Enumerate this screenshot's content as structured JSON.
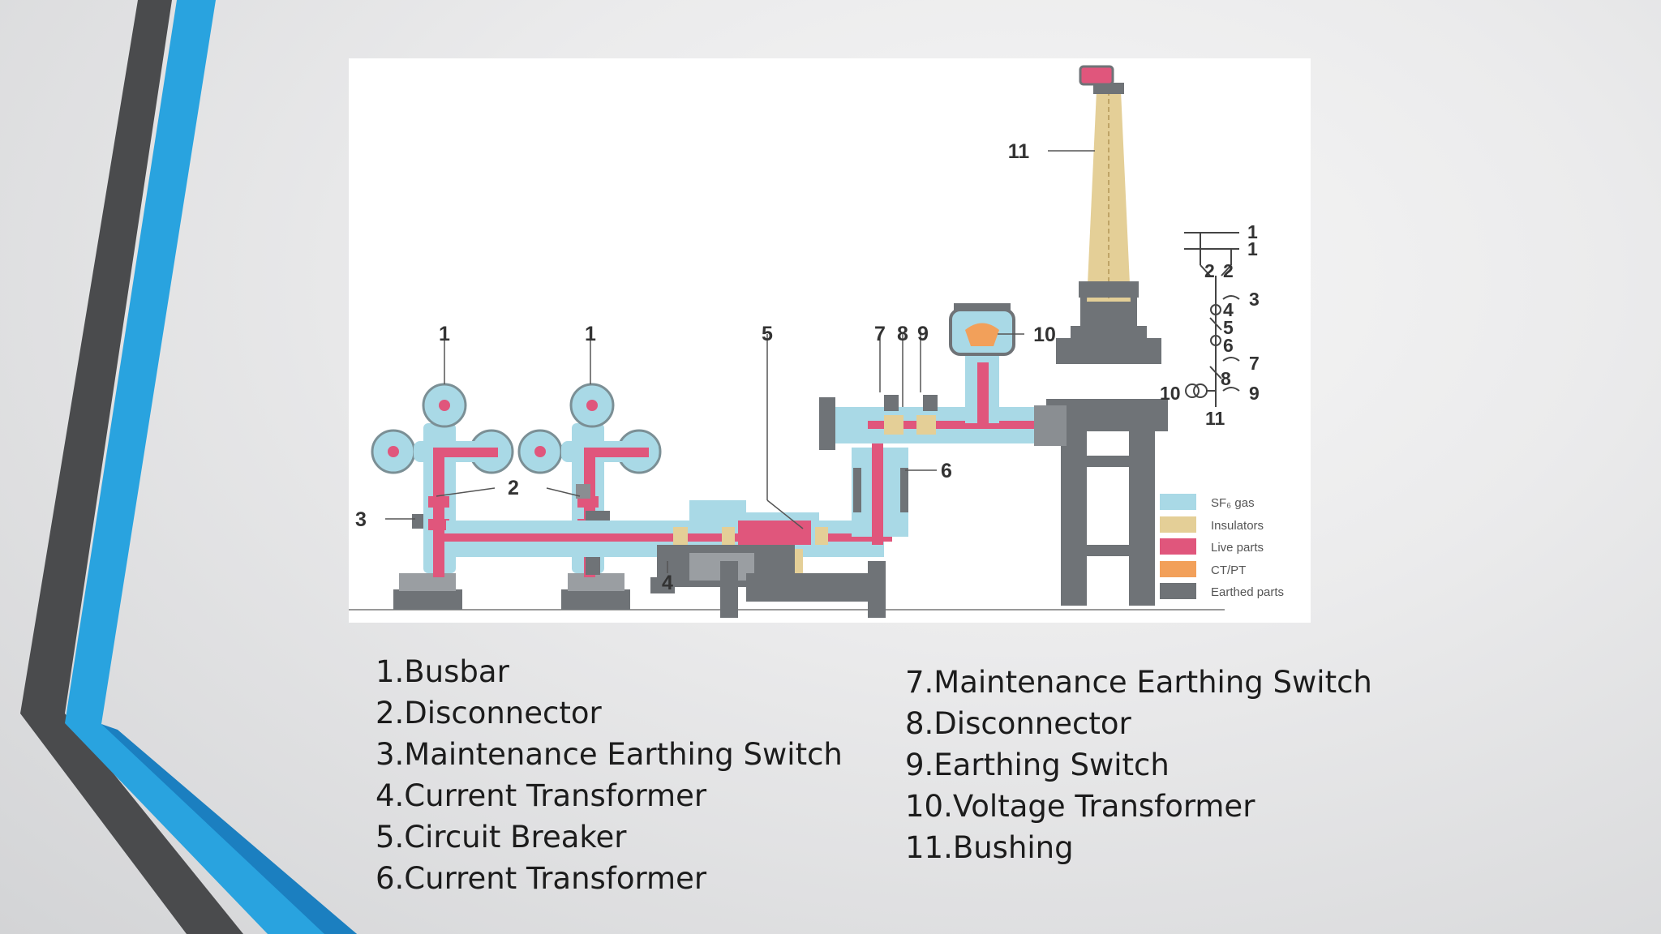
{
  "colors": {
    "sf6_gas": "#a9d9e6",
    "insulators": "#e4cf97",
    "live_parts": "#e0567c",
    "ct_pt": "#f2a05a",
    "earthed_parts": "#6f7377",
    "accent_blue": "#29a3df",
    "accent_dark": "#4a4b4d"
  },
  "diagram": {
    "callouts": {
      "busbar_a": "1",
      "busbar_b": "1",
      "disconnector": "2",
      "earthing_switch_left": "3",
      "current_transformer_low": "4",
      "circuit_breaker": "5",
      "current_transformer_right": "6",
      "maintenance_earthing_switch": "7",
      "disconnector_right": "8",
      "earthing_switch_right": "9",
      "voltage_transformer": "10",
      "bushing": "11"
    },
    "single_line": [
      "1",
      "1",
      "2",
      "2",
      "3",
      "4",
      "5",
      "6",
      "7",
      "8",
      "10",
      "9",
      "11"
    ],
    "legend": [
      {
        "label": "SF₆ gas",
        "color_key": "sf6_gas"
      },
      {
        "label": "Insulators",
        "color_key": "insulators"
      },
      {
        "label": "Live parts",
        "color_key": "live_parts"
      },
      {
        "label": "CT/PT",
        "color_key": "ct_pt"
      },
      {
        "label": "Earthed parts",
        "color_key": "earthed_parts"
      }
    ]
  },
  "caption": {
    "left": [
      "1.Busbar",
      "2.Disconnector",
      "3.Maintenance Earthing Switch",
      "4.Current Transformer",
      "5.Circuit Breaker",
      "6.Current Transformer"
    ],
    "right": [
      "7.Maintenance Earthing Switch",
      "8.Disconnector",
      "9.Earthing Switch",
      "10.Voltage Transformer",
      "11.Bushing"
    ]
  }
}
